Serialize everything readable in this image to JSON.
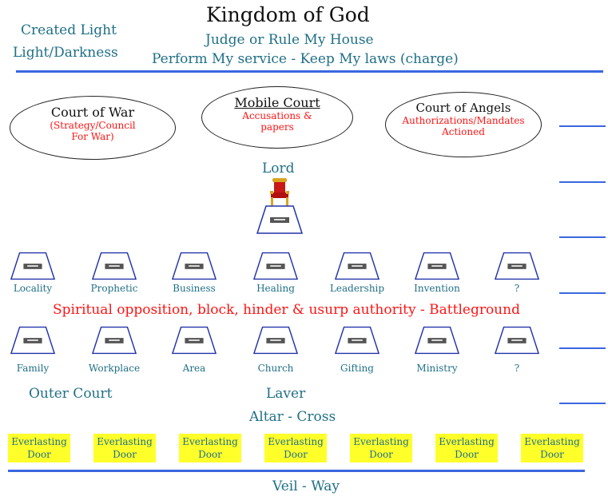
{
  "title": "Kingdom of God",
  "subtitle_1": "Judge or Rule My House",
  "subtitle_2": "Perform My service - Keep My laws (charge)",
  "left_label_1": "Created Light",
  "left_label_2": "Light/Darkness",
  "courts": [
    {
      "name": "Court of War",
      "desc_1": "(Strategy/Council",
      "desc_2": "For War)"
    },
    {
      "name": "Mobile Court",
      "desc_1": "Accusations &",
      "desc_2": "papers"
    },
    {
      "name": "Court of Angels",
      "desc_1": "Authorizations/Mandates",
      "desc_2": "Actioned"
    }
  ],
  "lord_label": "Lord",
  "upper_row": [
    "Locality",
    "Prophetic",
    "Business",
    "Healing",
    "Leadership",
    "Invention",
    "?"
  ],
  "battleground": "Spiritual opposition, block, hinder & usurp authority - Battleground",
  "lower_row": [
    "Family",
    "Workplace",
    "Area",
    "Church",
    "Gifting",
    "Ministry",
    "?"
  ],
  "outer_court": "Outer Court",
  "laver": "Laver",
  "altar": "Altar - Cross",
  "doors": [
    {
      "line1": "Everlasting",
      "line2": "Door"
    },
    {
      "line1": "Everlasting",
      "line2": "Door"
    },
    {
      "line1": "Everlasting",
      "line2": "Door"
    },
    {
      "line1": "Everlasting",
      "line2": "Door"
    },
    {
      "line1": "Everlasting",
      "line2": "Door"
    },
    {
      "line1": "Everlasting",
      "line2": "Door"
    },
    {
      "line1": "Everlasting",
      "line2": "Door"
    }
  ],
  "veil": "Veil - Way",
  "colors": {
    "line": "#3a67e0",
    "teal_text": "#1f6f86",
    "red_text": "#ff1414",
    "door_fill": "#ffff2a",
    "seat_stroke": "#2233aa"
  }
}
